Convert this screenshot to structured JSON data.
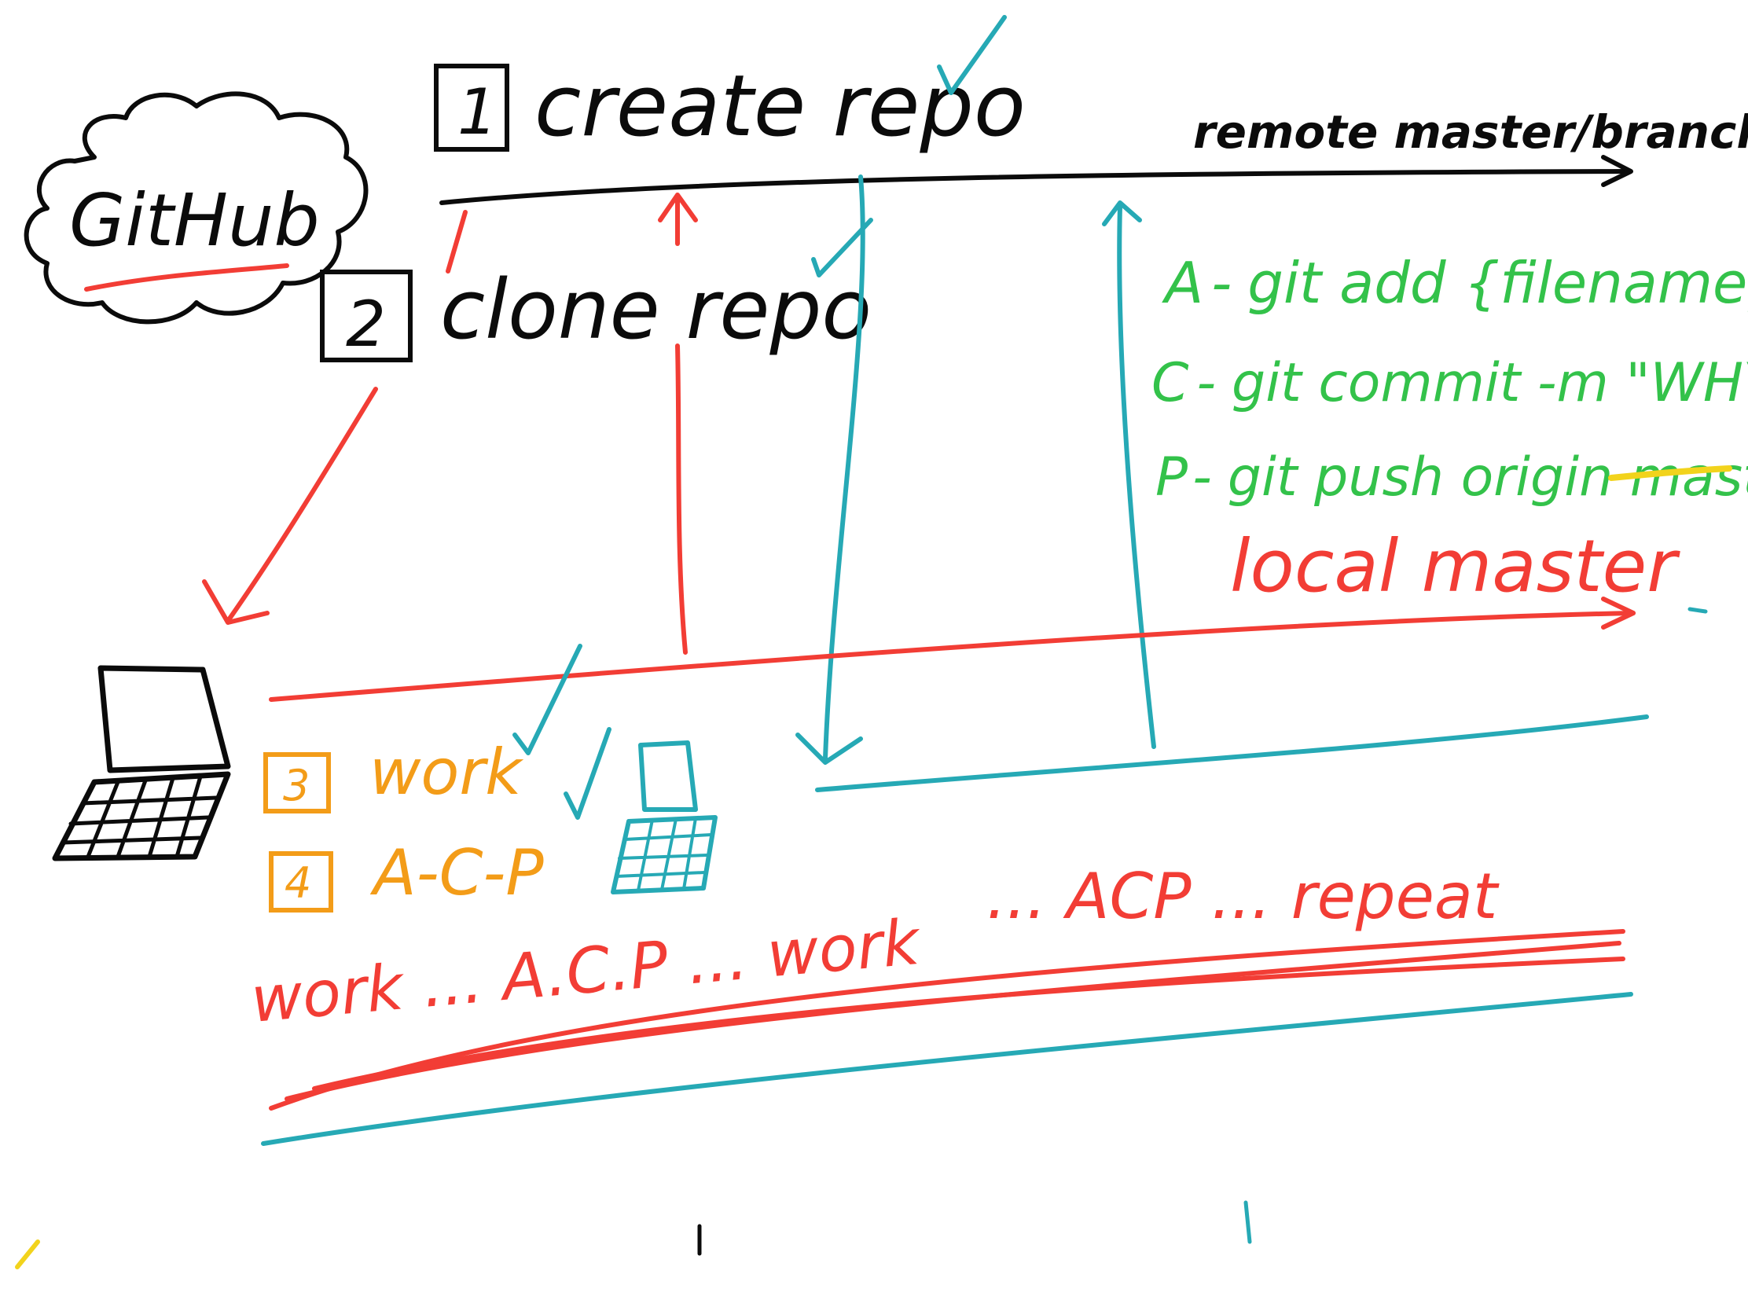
{
  "colors": {
    "ink": "#0b0b0b",
    "red": "#f23d35",
    "teal": "#26a9b5",
    "green": "#33c24a",
    "orange": "#f39c18",
    "yellow": "#f2d31c"
  },
  "cloud": {
    "label": "GitHub"
  },
  "steps": {
    "s1": {
      "num": "1",
      "label": "create repo"
    },
    "s2": {
      "num": "2",
      "label": "clone repo"
    },
    "s3": {
      "num": "3",
      "label": "work"
    },
    "s4": {
      "num": "4",
      "label": "A-C-P"
    }
  },
  "remote": {
    "label": "remote master/branch"
  },
  "local": {
    "label": "local master"
  },
  "acp_commands": [
    {
      "key": "A",
      "sep": "-",
      "cmd": "git add {filename}"
    },
    {
      "key": "C",
      "sep": "-",
      "cmd": "git commit -m \"WHY\""
    },
    {
      "key": "P",
      "sep": "-",
      "cmd": "git push origin master"
    }
  ],
  "cycle": {
    "upper": "... ACP ... repeat",
    "lower": "work ... A.C.P ... work"
  },
  "icons": [
    "cloud-icon",
    "laptop-icon",
    "small-laptop-icon",
    "checkmark-icon",
    "arrow-icon"
  ]
}
